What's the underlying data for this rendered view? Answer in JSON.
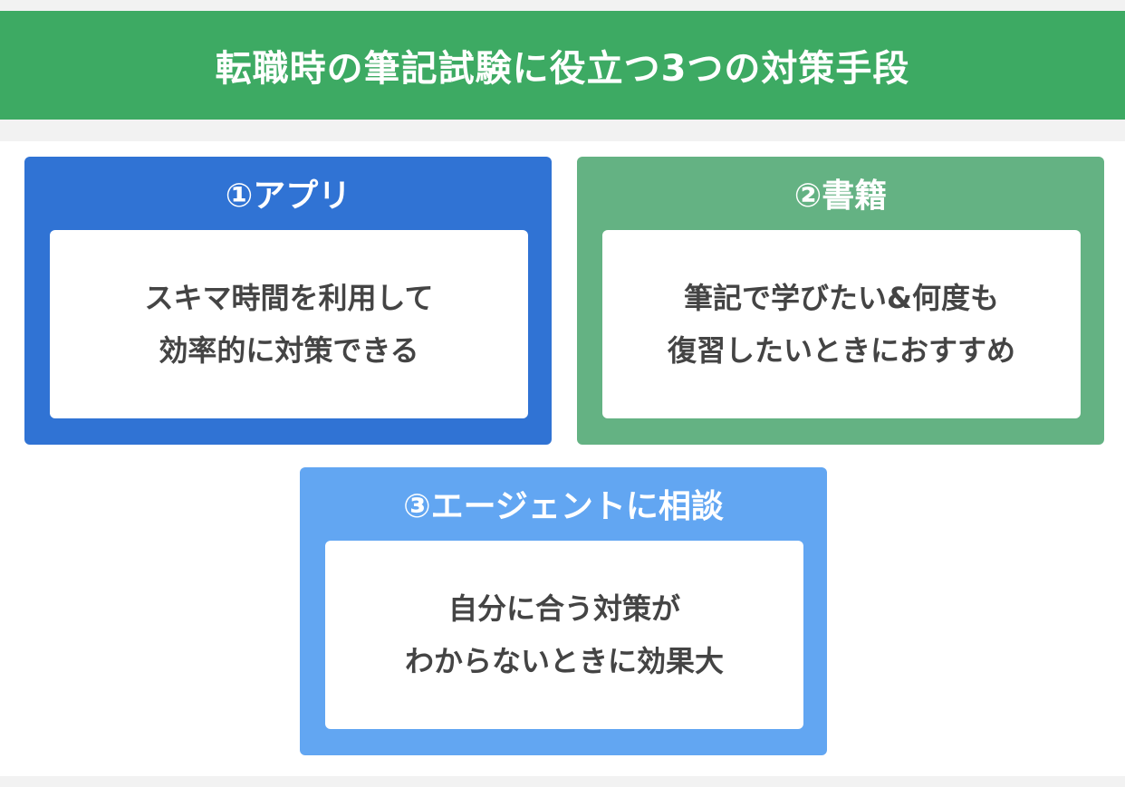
{
  "header": {
    "title": "転職時の筆記試験に役立つ3つの対策手段"
  },
  "cards": [
    {
      "title": "①アプリ",
      "lines": [
        "スキマ時間を利用して",
        "効率的に対策できる"
      ],
      "color": "#3073d4"
    },
    {
      "title": "②書籍",
      "lines": [
        "筆記で学びたい&何度も",
        "復習したいときにおすすめ"
      ],
      "color": "#64b283"
    },
    {
      "title": "③エージェントに相談",
      "lines": [
        "自分に合う対策が",
        "わからないときに効果大"
      ],
      "color": "#62a6f2"
    }
  ],
  "colors": {
    "header_bg": "#3daa63",
    "band_bg": "#f2f2f2",
    "body_text": "#444444"
  }
}
